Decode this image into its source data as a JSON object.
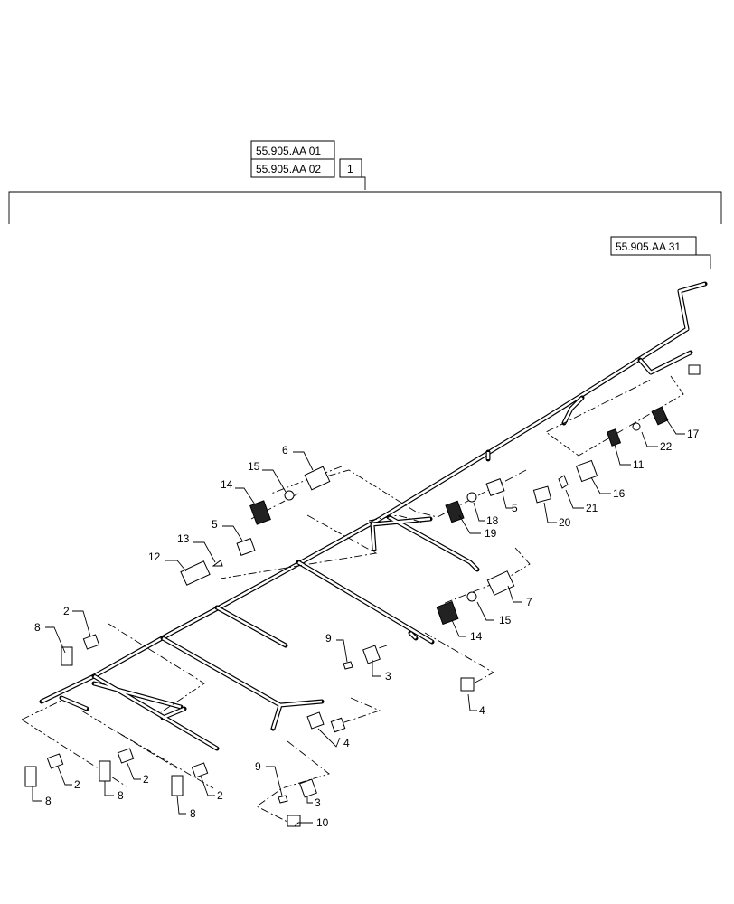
{
  "refs": {
    "top1": "55.905.AA 01",
    "top2": "55.905.AA 02",
    "top_item": "1",
    "right": "55.905.AA 31"
  },
  "callouts": {
    "c17": "17",
    "c22": "22",
    "c11": "11",
    "c16": "16",
    "c21": "21",
    "c20": "20",
    "c6": "6",
    "c15a": "15",
    "c14a": "14",
    "c5a": "5",
    "c13": "13",
    "c12": "12",
    "c18": "18",
    "c19": "19",
    "c5b": "5",
    "c7": "7",
    "c15b": "15",
    "c14b": "14",
    "c9a": "9",
    "c3a": "3",
    "c4a": "4",
    "c4b": "4",
    "c8a": "8",
    "c2a": "2",
    "c2b": "2",
    "c8b": "8",
    "c2c": "2",
    "c8c": "8",
    "c2d": "2",
    "c8d": "8",
    "c9b": "9",
    "c3b": "3",
    "c10": "10"
  }
}
